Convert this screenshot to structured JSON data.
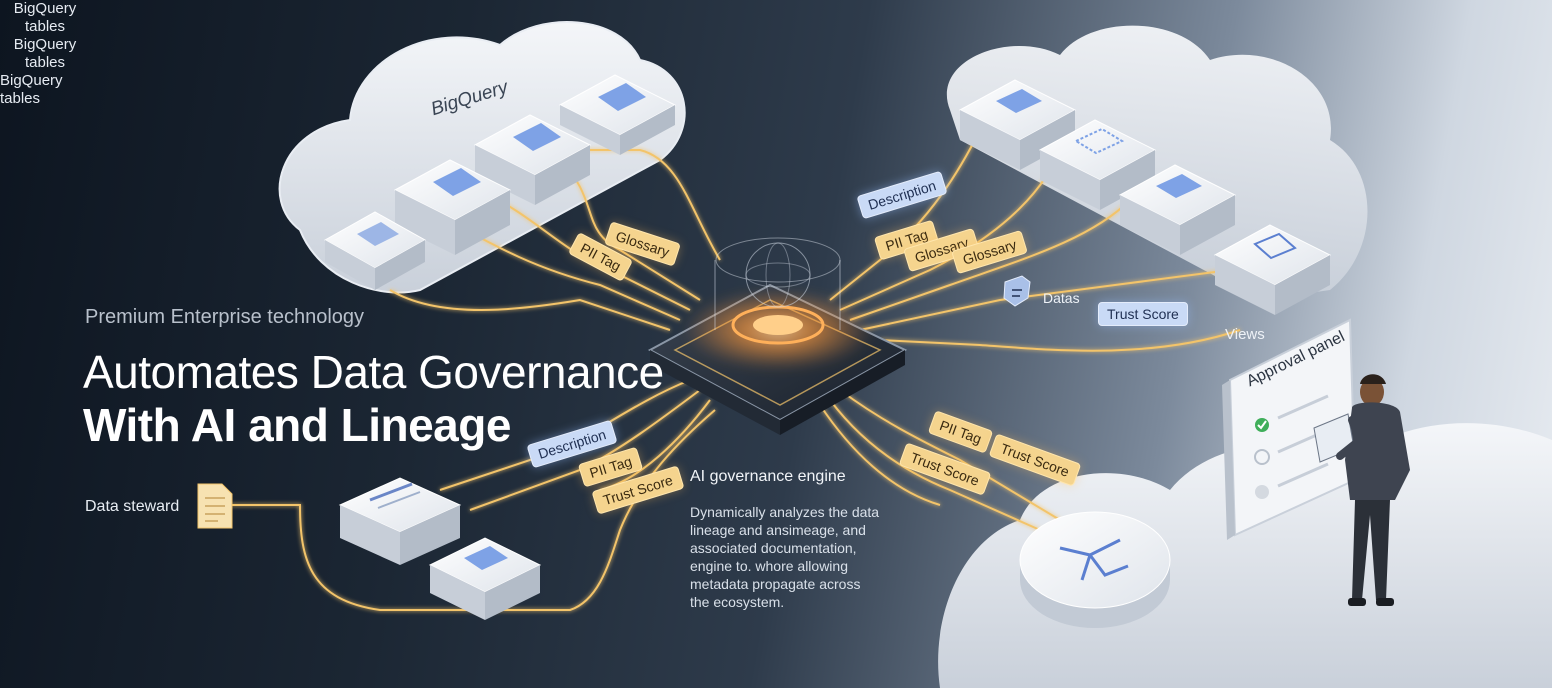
{
  "headline": {
    "eyebrow": "Premium Enterprise technology",
    "line1": "Automates Data Governance",
    "line2": "With AI and Lineage"
  },
  "clouds": {
    "left_title": "BigQuery"
  },
  "captions": {
    "tables_top": [
      "BigQuery",
      "tables"
    ],
    "tables_mid": [
      "BigQuery",
      "tables"
    ],
    "tables_bottom": [
      "BigQuery",
      "tables"
    ],
    "datas": "Datas",
    "views": "Views",
    "data_steward": "Data steward"
  },
  "tags": {
    "glossary_left": "Glossary",
    "pii_left": "PII Tag",
    "description_top": "Description",
    "pii_top": "PII Tag",
    "glossary_top1": "Glossary",
    "glossary_top2": "Glossary",
    "trust_score_right": "Trust Score",
    "description_bottom": "Description",
    "pii_bottom": "PII Tag",
    "trust_score_bottom": "Trust Score",
    "pii_br": "PII Tag",
    "trust_score_br1": "Trust Score",
    "trust_score_br2": "Trust Score"
  },
  "engine": {
    "title": "AI governance engine",
    "description": [
      "Dynamically analyzes the data",
      "lineage and ansimeage, and",
      "associated documentation,",
      "engine to. whore allowing",
      "metadata propagate across",
      "the ecosystem."
    ]
  },
  "approval_panel": {
    "title": "Approval panel"
  },
  "colors": {
    "gold_line": "#f3c46b",
    "tag_gold": "#f5d48e",
    "tag_blue": "#c9daf6",
    "core_orange": "#ff9a3c",
    "check_green": "#3fae5a"
  }
}
